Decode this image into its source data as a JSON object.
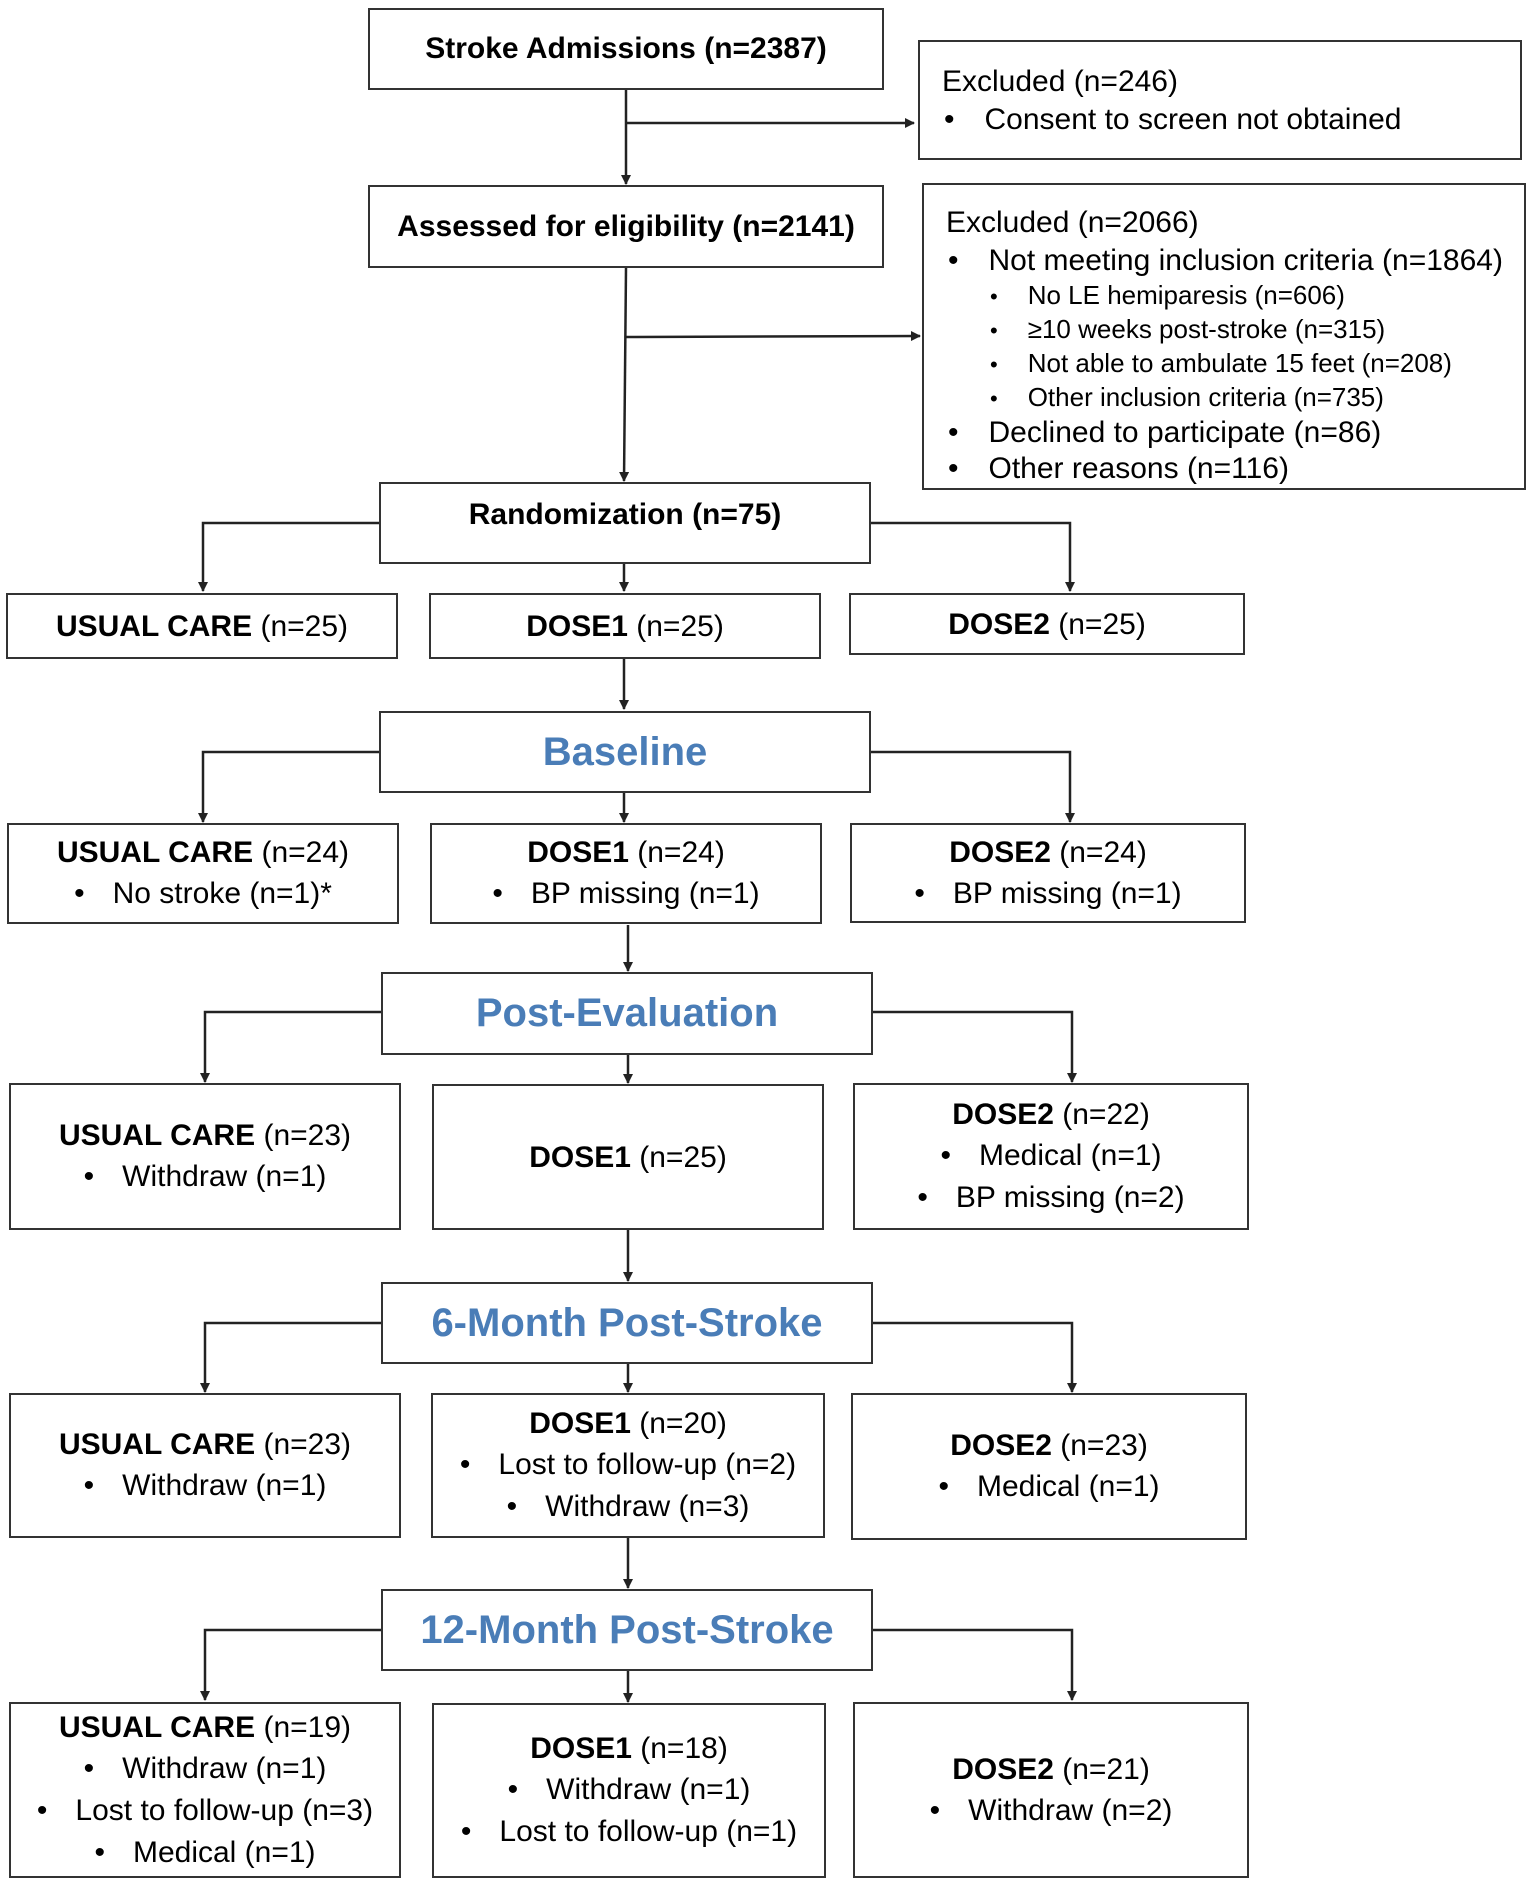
{
  "top": {
    "admissions": "Stroke Admissions (n=2387)",
    "eligibility": "Assessed for eligibility (n=2141)",
    "randomization": "Randomization (n=75)"
  },
  "exclusion1": {
    "title": "Excluded (n=246)",
    "items": [
      "Consent to screen not obtained"
    ]
  },
  "exclusion2": {
    "title": "Excluded (n=2066)",
    "inclusion": "Not meeting inclusion criteria (n=1864)",
    "sub_items": [
      "No LE hemiparesis (n=606)",
      "≥10 weeks post-stroke (n=315)",
      "Not able to ambulate 15 feet (n=208)",
      "Other inclusion criteria (n=735)"
    ],
    "declined": "Declined to participate (n=86)",
    "other": "Other reasons (n=116)"
  },
  "bullet": "•",
  "groups": {
    "usual": "USUAL CARE",
    "dose1": "DOSE1",
    "dose2": "DOSE2"
  },
  "phases": {
    "baseline": "Baseline",
    "post": "Post-Evaluation",
    "m6": "6-Month Post-Stroke",
    "m12": "12-Month Post-Stroke"
  },
  "rand": {
    "usual_n": "(n=25)",
    "dose1_n": "(n=25)",
    "dose2_n": "(n=25)"
  },
  "baseline": {
    "usual_n": "(n=24)",
    "usual_items": [
      "No stroke (n=1)*"
    ],
    "dose1_n": "(n=24)",
    "dose1_items": [
      "BP missing (n=1)"
    ],
    "dose2_n": "(n=24)",
    "dose2_items": [
      "BP missing (n=1)"
    ]
  },
  "post": {
    "usual_n": "(n=23)",
    "usual_items": [
      "Withdraw (n=1)"
    ],
    "dose1_n": "(n=25)",
    "dose2_n": "(n=22)",
    "dose2_items": [
      "Medical (n=1)",
      "BP missing (n=2)"
    ]
  },
  "m6": {
    "usual_n": "(n=23)",
    "usual_items": [
      "Withdraw (n=1)"
    ],
    "dose1_n": "(n=20)",
    "dose1_items": [
      "Lost to follow-up (n=2)",
      "Withdraw (n=3)"
    ],
    "dose2_n": "(n=23)",
    "dose2_items": [
      "Medical (n=1)"
    ]
  },
  "m12": {
    "usual_n": "(n=19)",
    "usual_items": [
      "Withdraw (n=1)",
      "Lost to follow-up (n=3)",
      "Medical (n=1)"
    ],
    "dose1_n": "(n=18)",
    "dose1_items": [
      "Withdraw (n=1)",
      "Lost to follow-up (n=1)"
    ],
    "dose2_n": "(n=21)",
    "dose2_items": [
      "Withdraw (n=2)"
    ]
  },
  "colors": {
    "phase_text": "#4a7db7",
    "border": "#333333",
    "line": "#222222"
  }
}
